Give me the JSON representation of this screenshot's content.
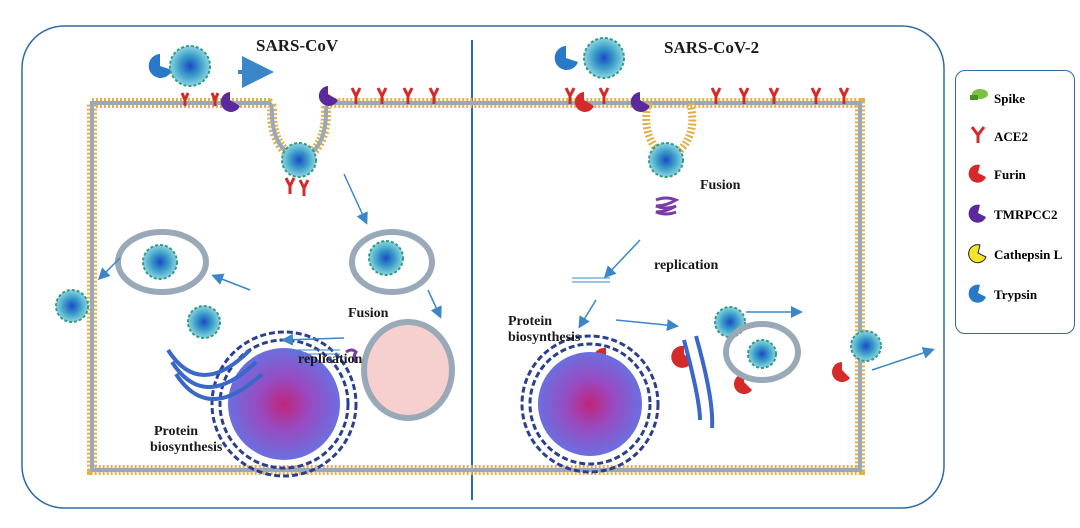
{
  "panels": {
    "left": {
      "title": "SARS-CoV",
      "fusion": "Fusion",
      "replication": "replication",
      "protein": [
        "Protein",
        "biosynthesis"
      ]
    },
    "right": {
      "title": "SARS-CoV-2",
      "fusion": "Fusion",
      "replication": "replication",
      "protein": [
        "Protein",
        "biosynthesis"
      ]
    }
  },
  "legend": [
    {
      "icon": "spike-icon",
      "label": "Spike",
      "color": "#7cc242"
    },
    {
      "icon": "ace2-icon",
      "label": "ACE2",
      "color": "#d42a2a"
    },
    {
      "icon": "furin-icon",
      "label": "Furin",
      "color": "#d42a2a"
    },
    {
      "icon": "tmprss2-icon",
      "label": "TMRPCC2",
      "color": "#5a2a9c"
    },
    {
      "icon": "cathepsin-l-icon",
      "label": "Cathepsin L",
      "color": "#f2e52a"
    },
    {
      "icon": "trypsin-icon",
      "label": "Trypsin",
      "color": "#2a78c8"
    }
  ],
  "colors": {
    "frame": "#2d6aa8",
    "membrane": "#e1b04a",
    "membrane_inner": "#9aa9b8",
    "arrow": "#3a86c8",
    "nucleus": "#8b2a8a",
    "er": "#2b3f8c",
    "golgi": "#3a67c8"
  }
}
